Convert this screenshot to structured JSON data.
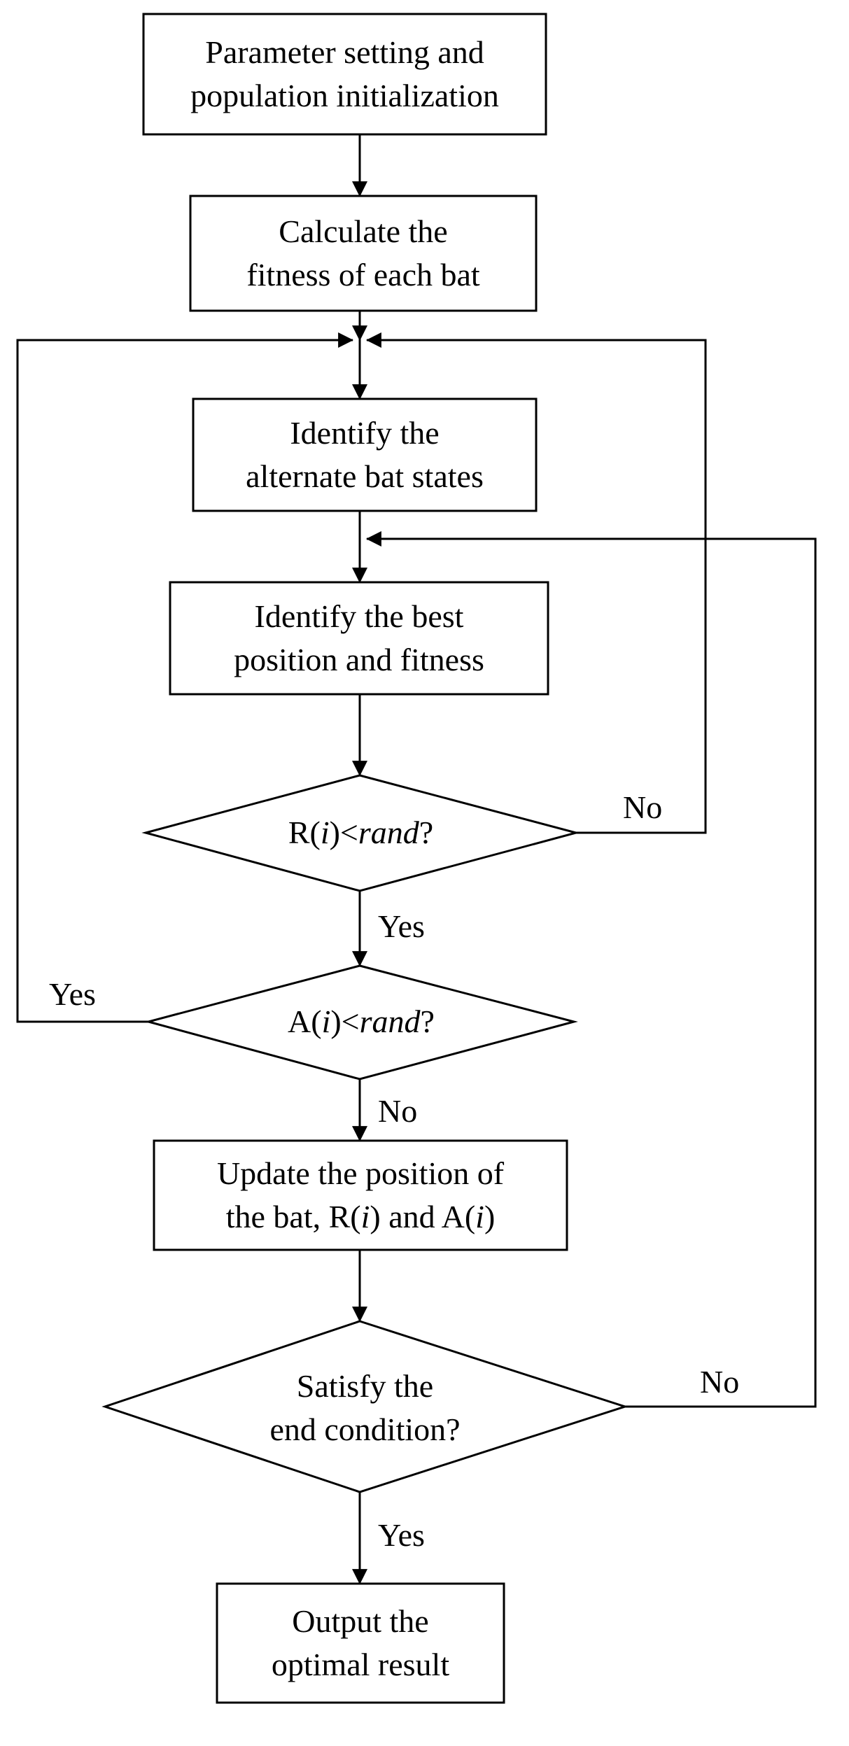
{
  "nodes": {
    "init": {
      "line1": "Parameter setting and",
      "line2": "population initialization"
    },
    "fitness": {
      "line1": "Calculate the",
      "line2": "fitness of each bat"
    },
    "alternate": {
      "line1": "Identify the",
      "line2": "alternate bat states"
    },
    "best": {
      "line1": "Identify the best",
      "line2": "position and fitness"
    },
    "check_r": {
      "pre": "R(",
      "var": "i",
      "mid": ")<",
      "rand": "rand",
      "post": "?"
    },
    "check_a": {
      "pre": "A(",
      "var": "i",
      "mid": ")<",
      "rand": "rand",
      "post": "?"
    },
    "update": {
      "line1": "Update the position of",
      "line2_pre": "the bat, R(",
      "line2_var1": "i",
      "line2_mid": ") and A(",
      "line2_var2": "i",
      "line2_post": ")"
    },
    "end_check": {
      "line1": "Satisfy the",
      "line2": "end condition?"
    },
    "output": {
      "line1": "Output the",
      "line2": "optimal result"
    }
  },
  "edge_labels": {
    "r_no": "No",
    "r_yes": "Yes",
    "a_yes": "Yes",
    "a_no": "No",
    "end_no": "No",
    "end_yes": "Yes"
  },
  "colors": {
    "stroke": "#000000",
    "background": "#ffffff",
    "text": "#000000"
  }
}
